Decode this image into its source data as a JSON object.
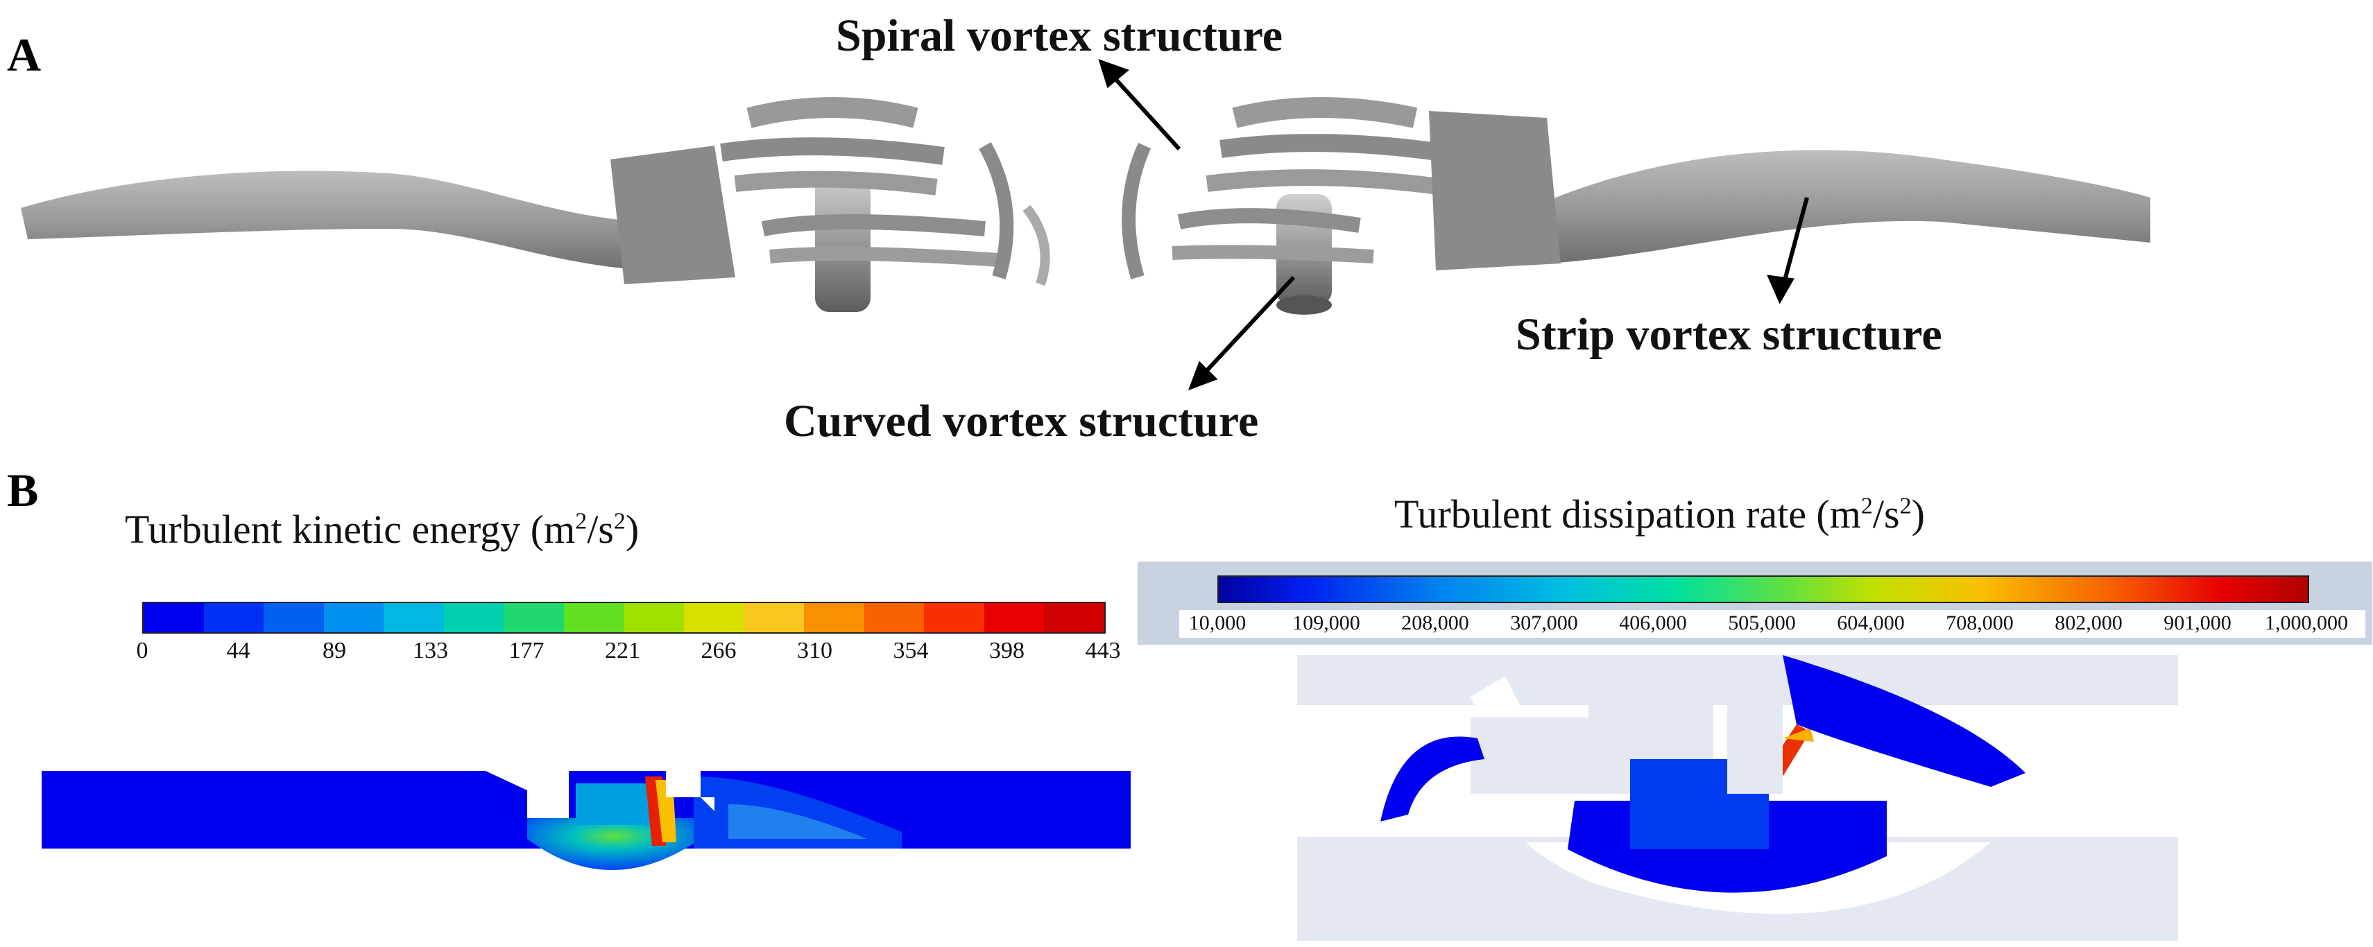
{
  "panel_a": {
    "letter": "A",
    "callouts": {
      "spiral": "Spiral vortex structure",
      "strip": "Strip vortex structure",
      "curved": "Curved vortex structure"
    }
  },
  "panel_b": {
    "letter": "B",
    "tke": {
      "title_prefix": "Turbulent kinetic energy  (m",
      "title_mid": "/s",
      "title_suffix": ")",
      "sup": "2",
      "ticks": [
        "0",
        "44",
        "89",
        "133",
        "177",
        "221",
        "266",
        "310",
        "354",
        "398",
        "443"
      ],
      "colors": [
        "#0000f0",
        "#0030f5",
        "#0060f0",
        "#0090f0",
        "#00b8e0",
        "#00d0b0",
        "#20d870",
        "#60e020",
        "#a0e000",
        "#d8e000",
        "#f8c820",
        "#f89000",
        "#f86000",
        "#f83000",
        "#e80000",
        "#d00000"
      ]
    },
    "tdr": {
      "title_prefix": "Turbulent dissipation rate (m",
      "title_mid": "/s",
      "title_suffix": ")",
      "sup": "2",
      "ticks": [
        "10,000",
        "109,000",
        "208,000",
        "307,000",
        "406,000",
        "505,000",
        "604,000",
        "708,000",
        "802,000",
        "901,000",
        "1,000,000"
      ]
    }
  }
}
